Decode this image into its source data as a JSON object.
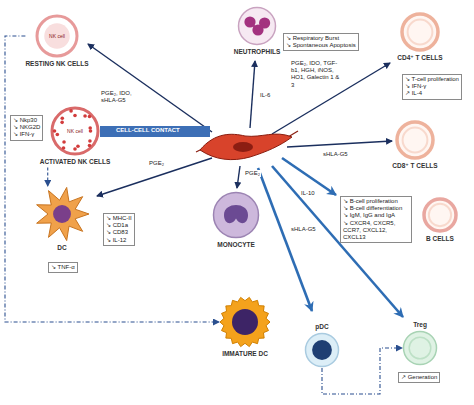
{
  "diagram": {
    "nodes": [
      {
        "text": [
          "RESTING NK CELLS",
          "NK cell"
        ]
      },
      {
        "text": [
          "NEUTROPHILS"
        ]
      },
      {
        "text": [
          "CD4⁺ T CELLS"
        ]
      },
      {
        "text": [
          "ACTIVATED NK CELLS",
          "NK cell"
        ]
      },
      {
        "text": [
          "CD8⁺ T CELLS"
        ]
      },
      {
        "text": [
          "DC"
        ]
      },
      {
        "text": [
          "MONOCYTE"
        ]
      },
      {
        "text": [
          "B CELLS"
        ]
      },
      {
        "text": [
          "IMMATURE DC"
        ]
      },
      {
        "text": [
          "pDC"
        ]
      },
      {
        "text": [
          "Treg"
        ]
      }
    ],
    "edges": [
      {
        "from": 0,
        "to": 8,
        "arrow": "to"
      },
      {
        "from": 3,
        "to": 5,
        "arrow": "to"
      },
      {
        "from": 9,
        "to": 10,
        "arrow": "to"
      }
    ],
    "labels": [
      "PGE₂, IDO, sHLA-G5",
      "IL-6",
      "↘ Respiratory Burst",
      "↘ Spontaneous Apoptosis",
      "↘ T-cell proliferation",
      "↘ IFN-γ",
      "↗ IL-4",
      "PGE₂, IDO, TGF-b1, HGH, iNOS, HO1, Galectin 1 & 3",
      "↘ Nkp30",
      "↘ NKG2D",
      "↘ IFN-γ",
      "CELL-CELL CONTACT",
      "sHLA-G5",
      "PGE₂",
      "↘ MHC-II",
      "↘ CD1a",
      "↘ CD83",
      "↘ IL-12",
      "PGE₂",
      "IL-10",
      "sHLA-G5",
      "↘ B-cell proliferation",
      "↘ B-cell differentiation",
      "↘ IgM, IgG and IgA",
      "↘ CXCR4, CXCR5, CCR7, CXCL12, CXCL13",
      "↘ TNF-α",
      "↗ Generation"
    ]
  }
}
